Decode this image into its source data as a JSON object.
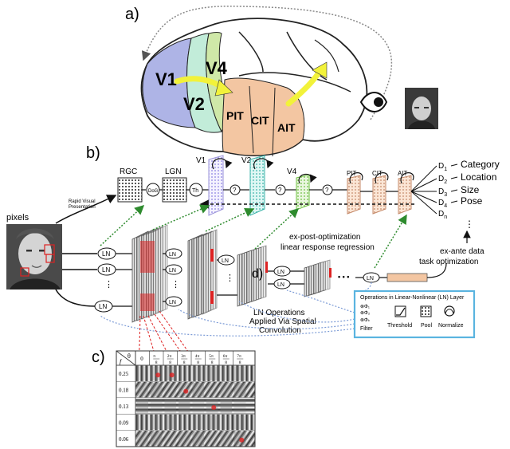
{
  "panel_labels": {
    "a": "a)",
    "b": "b)",
    "c": "c)",
    "d": "d)"
  },
  "brain": {
    "areas": {
      "v1": "V1",
      "v2": "V2",
      "v4": "V4",
      "pit": "PIT",
      "cit": "CIT",
      "ait": "AIT"
    },
    "colors": {
      "v1": "#aeb4e6",
      "v2": "#c2ecd9",
      "v4": "#cfe8a8",
      "it": "#f3c6a2",
      "arrow": "#f2f23a"
    }
  },
  "model": {
    "stage_labels": {
      "rgc": "RGC",
      "lgn": "LGN",
      "v1": "V1",
      "v2": "V2",
      "v4": "V4",
      "pit": "PIT",
      "cit": "CIT",
      "ait": "AIT"
    },
    "nodes": {
      "doG": "DoG",
      "th": "Th",
      "q": "?"
    },
    "rapid_visual": [
      "Rapid Visual",
      "Presentation"
    ],
    "pixels": "pixels",
    "ln": "LN",
    "ellipsis": "⋮",
    "dots": "• • •"
  },
  "outputs": [
    {
      "sub": "1",
      "label": "Category"
    },
    {
      "sub": "2",
      "label": "Location"
    },
    {
      "sub": "3",
      "label": "Size"
    },
    {
      "sub": "4",
      "label": "Pose"
    },
    {
      "sub": "n",
      "label": ""
    }
  ],
  "output_prefix": "D",
  "annotations": {
    "expost": [
      "ex-post-optimization",
      "linear response regression"
    ],
    "exante": [
      "ex-ante data",
      "task optimization"
    ],
    "ln_ops": [
      "LN Operations",
      "Applied Via Spatial",
      "Convolution"
    ]
  },
  "ops_box": {
    "title": "Operations in Linear-Nonlinear (LN) Layer",
    "filter": "Filter",
    "filter_terms": [
      "⊗Φ₁",
      "⊗Φ₂",
      "⊗Φₖ"
    ],
    "threshold": "Threshold",
    "pool": "Pool",
    "normalize": "Normalize",
    "border_color": "#5ab4e0"
  },
  "gabor_grid": {
    "header": [
      "θ",
      "0",
      "π/8",
      "2π/8",
      "3π/8",
      "4π/8",
      "5π/8",
      "6π/8",
      "7π/8"
    ],
    "header_num": [
      "",
      "",
      "π",
      "2π",
      "3π",
      "4π",
      "5π",
      "6π",
      "7π"
    ],
    "header_den": [
      "",
      "",
      "8",
      "8",
      "8",
      "8",
      "8",
      "8",
      "8"
    ],
    "corner": "f",
    "rows": [
      "0.25",
      "0.18",
      "0.13",
      "0.09",
      "0.06"
    ]
  },
  "colors": {
    "red": "#dd2222",
    "green_dots": "#2e8b2e",
    "blue_dots": "#7c9bd6"
  }
}
